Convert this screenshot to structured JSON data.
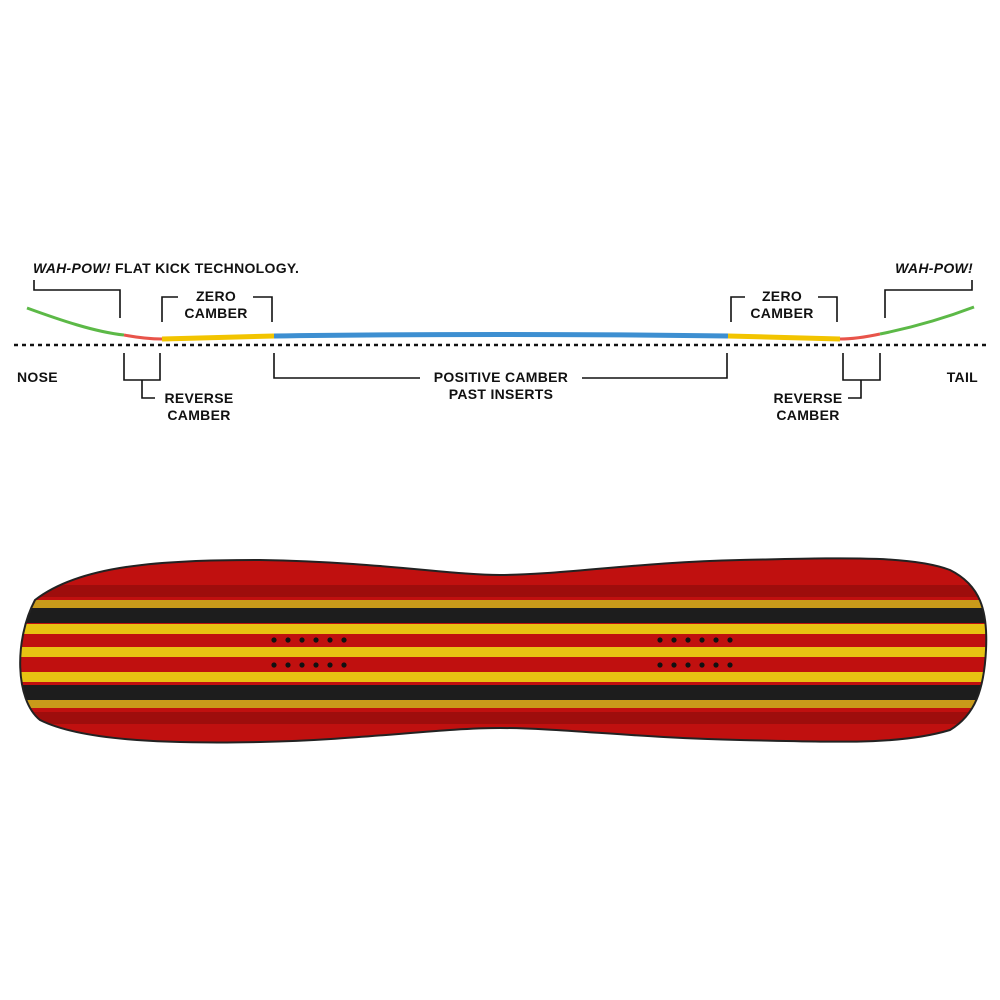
{
  "profile": {
    "left_brand": "WAH-POW!",
    "left_tech": "FLAT KICK TECHNOLOGY.",
    "right_brand": "WAH-POW!",
    "nose": "NOSE",
    "tail": "TAIL",
    "zero_camber_left": [
      "ZERO",
      "CAMBER"
    ],
    "zero_camber_right": [
      "ZERO",
      "CAMBER"
    ],
    "reverse_camber_left": [
      "REVERSE",
      "CAMBER"
    ],
    "reverse_camber_right": [
      "REVERSE",
      "CAMBER"
    ],
    "positive_camber": [
      "POSITIVE CAMBER",
      "PAST INSERTS"
    ],
    "colors": {
      "kick": "#5cb947",
      "reverse": "#e8544a",
      "zero": "#f2c400",
      "positive": "#3d8fd1"
    }
  },
  "board": {
    "colors": {
      "base_red": "#c0100f",
      "dark_red": "#9e0d0c",
      "yellow": "#e8c212",
      "gold": "#c99a1a",
      "black": "#1d1d1d"
    },
    "insert_rows": 2,
    "inserts_per_row": 6
  }
}
